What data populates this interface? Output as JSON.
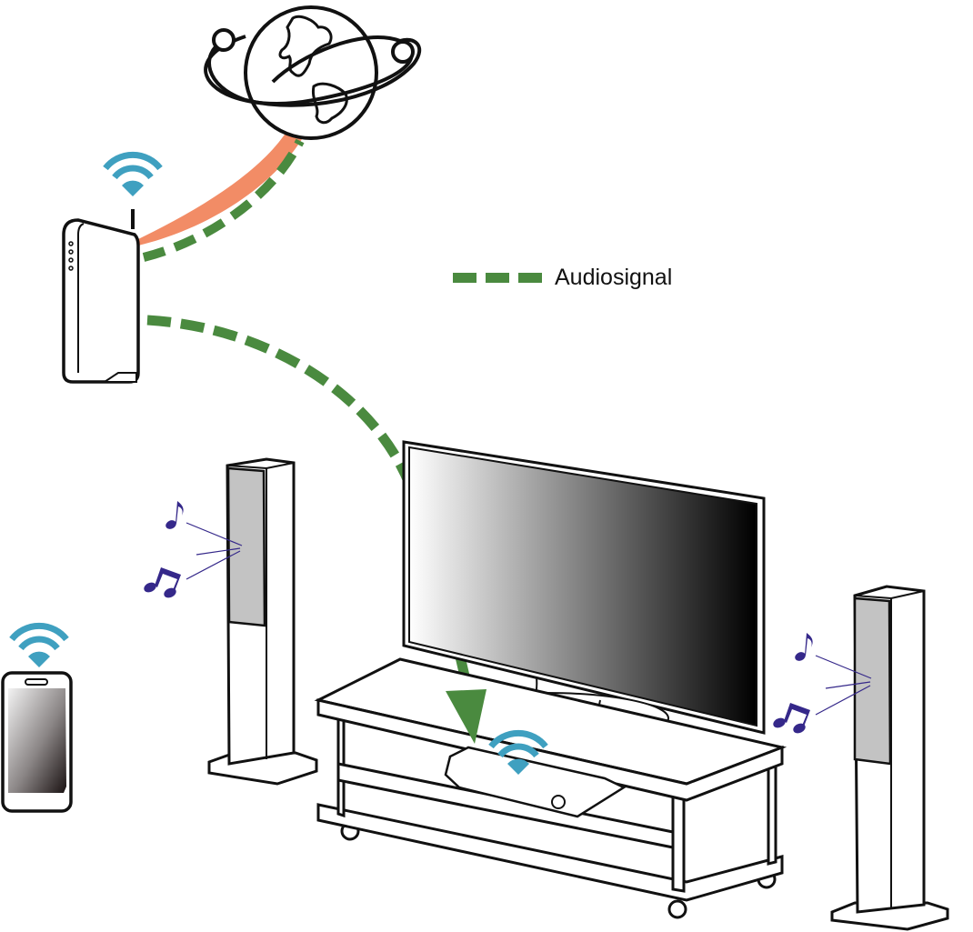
{
  "diagram": {
    "legend": {
      "label": "Audiosignal",
      "line_style": "dashed",
      "color": "#4a8a3f"
    },
    "colors": {
      "audio_signal": "#4a8a3f",
      "internet_link": "#f28c66",
      "wifi": "#3fa0c0",
      "music_note": "#35288a",
      "speaker_grille": "#c3c3c3",
      "outline": "#111111"
    },
    "nodes": [
      {
        "id": "internet",
        "icon": "globe-icon"
      },
      {
        "id": "router",
        "icon": "router-icon",
        "wifi": true
      },
      {
        "id": "smartphone",
        "icon": "smartphone-icon",
        "wifi": true
      },
      {
        "id": "tv",
        "icon": "tv-icon"
      },
      {
        "id": "receiver",
        "icon": "av-receiver-icon",
        "wifi": true
      },
      {
        "id": "speaker-left",
        "icon": "tower-speaker-icon",
        "music_notes": true
      },
      {
        "id": "speaker-right",
        "icon": "tower-speaker-icon",
        "music_notes": true
      },
      {
        "id": "tv-stand",
        "icon": "tv-stand-icon"
      }
    ],
    "links": [
      {
        "from": "internet",
        "to": "router",
        "type": "internet-link"
      },
      {
        "from": "internet",
        "to": "router",
        "type": "audio-signal"
      },
      {
        "from": "router",
        "to": "receiver",
        "type": "audio-signal",
        "arrow": true
      }
    ]
  }
}
